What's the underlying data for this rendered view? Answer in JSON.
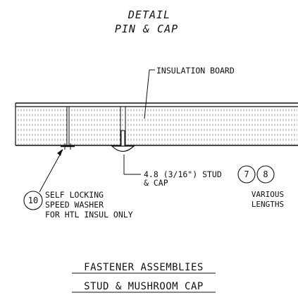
{
  "detail": {
    "heading_line1": "DETAIL",
    "heading_line2": "PIN & CAP"
  },
  "labels": {
    "insulation_board": "INSULATION BOARD",
    "stud_line1": "4.8 (3/16\") STUD",
    "stud_line2": "& CAP",
    "washer_line1": "SELF LOCKING",
    "washer_line2": "SPEED WASHER",
    "washer_line3": "FOR HTL INSUL ONLY",
    "various_line1": "VARIOUS",
    "various_line2": "LENGTHS"
  },
  "callouts": {
    "washer_number": "10",
    "stud_number_a": "7",
    "stud_number_b": "8"
  },
  "footer": {
    "title_line1": "FASTENER ASSEMBLIES",
    "title_line2": "STUD & MUSHROOM CAP"
  }
}
